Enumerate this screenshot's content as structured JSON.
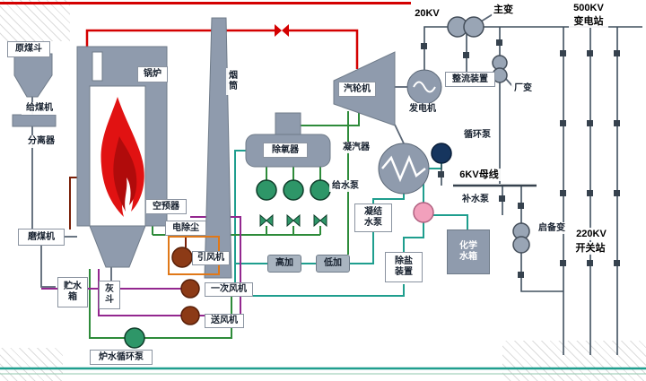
{
  "colors": {
    "component_gray": "#8f9bad",
    "flame_red": "#e11212",
    "pipe_steam_red": "#d40000",
    "pipe_condensate_teal": "#1f9e8e",
    "pipe_feedwater_green": "#2e8b3a",
    "pipe_air_purple": "#93278f",
    "pipe_flue_maroon": "#7a2008",
    "pump_green": "#2e9668",
    "fan_brown": "#8c3a16",
    "pump_pink": "#f2a0bc",
    "pump_navy": "#16355e",
    "wire_gray": "#40505f",
    "highlight_orange": "#e07818"
  },
  "fuel_path": {
    "raw_coal_hopper": "原煤斗",
    "coal_feeder": "给煤机",
    "separator": "分离器",
    "coal_mill": "磨煤机",
    "water_storage_tank": "贮水箱",
    "ash_hopper": "灰斗"
  },
  "boiler_island": {
    "boiler": "锅炉",
    "chimney": "烟筒",
    "air_preheater": "空预器",
    "esp": "电除尘",
    "id_fan": "引风机",
    "primary_air_fan": "一次风机",
    "fd_fan": "送风机",
    "boiler_circ_pump": "炉水循环泵"
  },
  "steam_water": {
    "deaerator": "除氧器",
    "feedwater_pump": "给水泵",
    "hp_heater": "高加",
    "lp_heater": "低加",
    "turbine": "汽轮机",
    "condenser": "凝汽器",
    "condensate_pump": "凝结水泵",
    "desalt_device": "除盐装置",
    "chemical_water_tank": "化学水箱",
    "circulation_pump": "循环泵",
    "makeup_pump": "补水泵"
  },
  "electrical": {
    "generator": "发电机",
    "kv20": "20KV",
    "main_transformer": "主变",
    "kv500": "500KV",
    "substation": "变电站",
    "rectifier": "整流装置",
    "plant_transformer": "厂变",
    "bus_6kv": "6KV母线",
    "startup_transformer": "启备变",
    "kv220": "220KV",
    "switch_station": "开关站"
  }
}
